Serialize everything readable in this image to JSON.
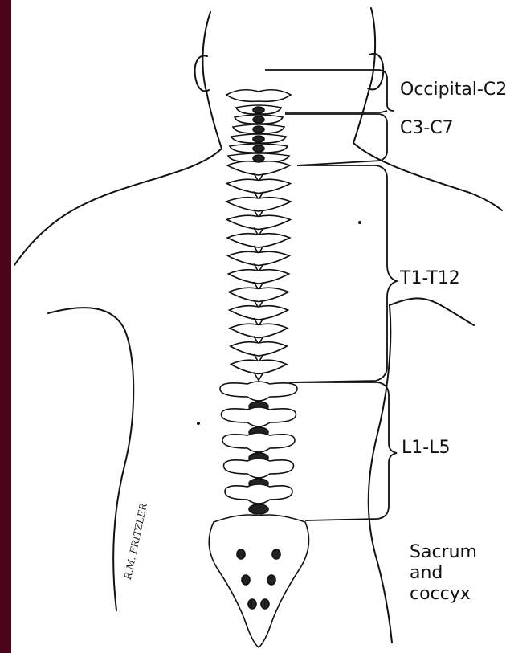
{
  "colors": {
    "side_bar": "#4a0618",
    "ink": "#111111",
    "background": "#ffffff"
  },
  "labels": {
    "occipital": "Occipital-C2",
    "cervical": "C3-C7",
    "thoracic": "T1-T12",
    "lumbar": "L1-L5",
    "sacrum_lines": [
      "Sacrum",
      "and",
      "coccyx"
    ]
  },
  "signature": "R.M. FRITZLER"
}
